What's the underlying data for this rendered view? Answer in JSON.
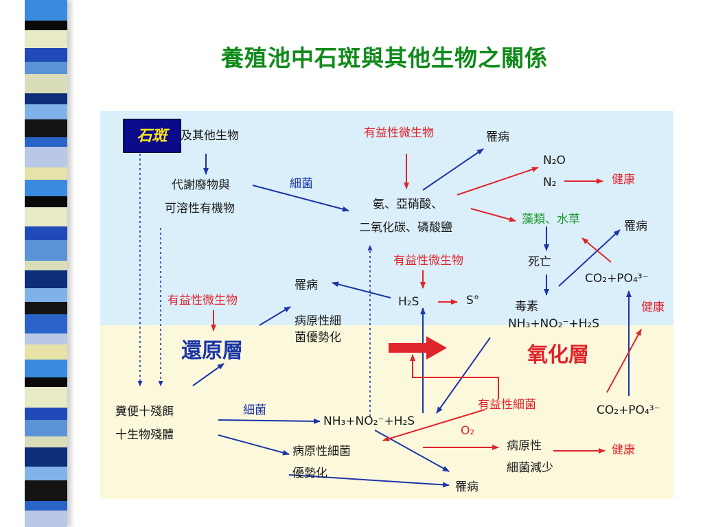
{
  "slide": {
    "title": "養殖池中石斑與其他生物之關係"
  },
  "colors": {
    "title": "#0f8a1a",
    "red_text": "#e0242b",
    "green_text": "#1a9a2a",
    "blue_text": "#1a35a8",
    "arrow_blue": "#1a35a8",
    "arrow_red": "#e0242b",
    "zone_upper": "#dbeffa",
    "zone_lower": "#fcf8dc",
    "badge_bg": "#0a0a8a",
    "badge_text": "#ffe61c"
  },
  "diagram": {
    "badge": "石斑",
    "fish_rest": "及其他生物",
    "metabolite_1": "代謝廢物與",
    "metabolite_2": "可溶性有機物",
    "bacteria_top": "細菌",
    "beneficial_top": "有益性微生物",
    "disease_top": "罹病",
    "n2o": "N₂O",
    "n2": "N₂",
    "healthy_top": "健康",
    "ammonia_1": "氨、亞硝酸、",
    "ammonia_2": "二氧化碳、磷酸鹽",
    "algae": "藻類、水草",
    "disease_right": "罹病",
    "death": "死亡",
    "co2po4_top": "CO₂+PO₄³⁻",
    "beneficial_mid": "有益性微生物",
    "disease_mid": "罹病",
    "h2s": "H₂S",
    "s0": "S°",
    "beneficial_left": "有益性微生物",
    "pathogen_1": "病原性細",
    "pathogen_2": "菌優勢化",
    "toxin": "毒素",
    "toxin_formula": "NH₃+NO₂⁻+H₂S",
    "healthy_mid": "健康",
    "reduction_layer": "還原層",
    "oxidation_layer": "氧化層",
    "feces_1": "糞便十殘餌",
    "feces_2": "十生物殘體",
    "bacteria_bottom": "細菌",
    "formula_bottom": "NH₃+NO₂⁻+H₂S",
    "beneficial_bacteria": "有益性細菌",
    "co2po4_bottom": "CO₂+PO₄³⁻",
    "o2": "O₂",
    "pathogen_b1": "病原性細菌",
    "pathogen_b2": "優勢化",
    "pathogen_r1": "病原性",
    "pathogen_r2": "細菌減少",
    "healthy_bottom": "健康",
    "disease_bottom": "罹病"
  }
}
